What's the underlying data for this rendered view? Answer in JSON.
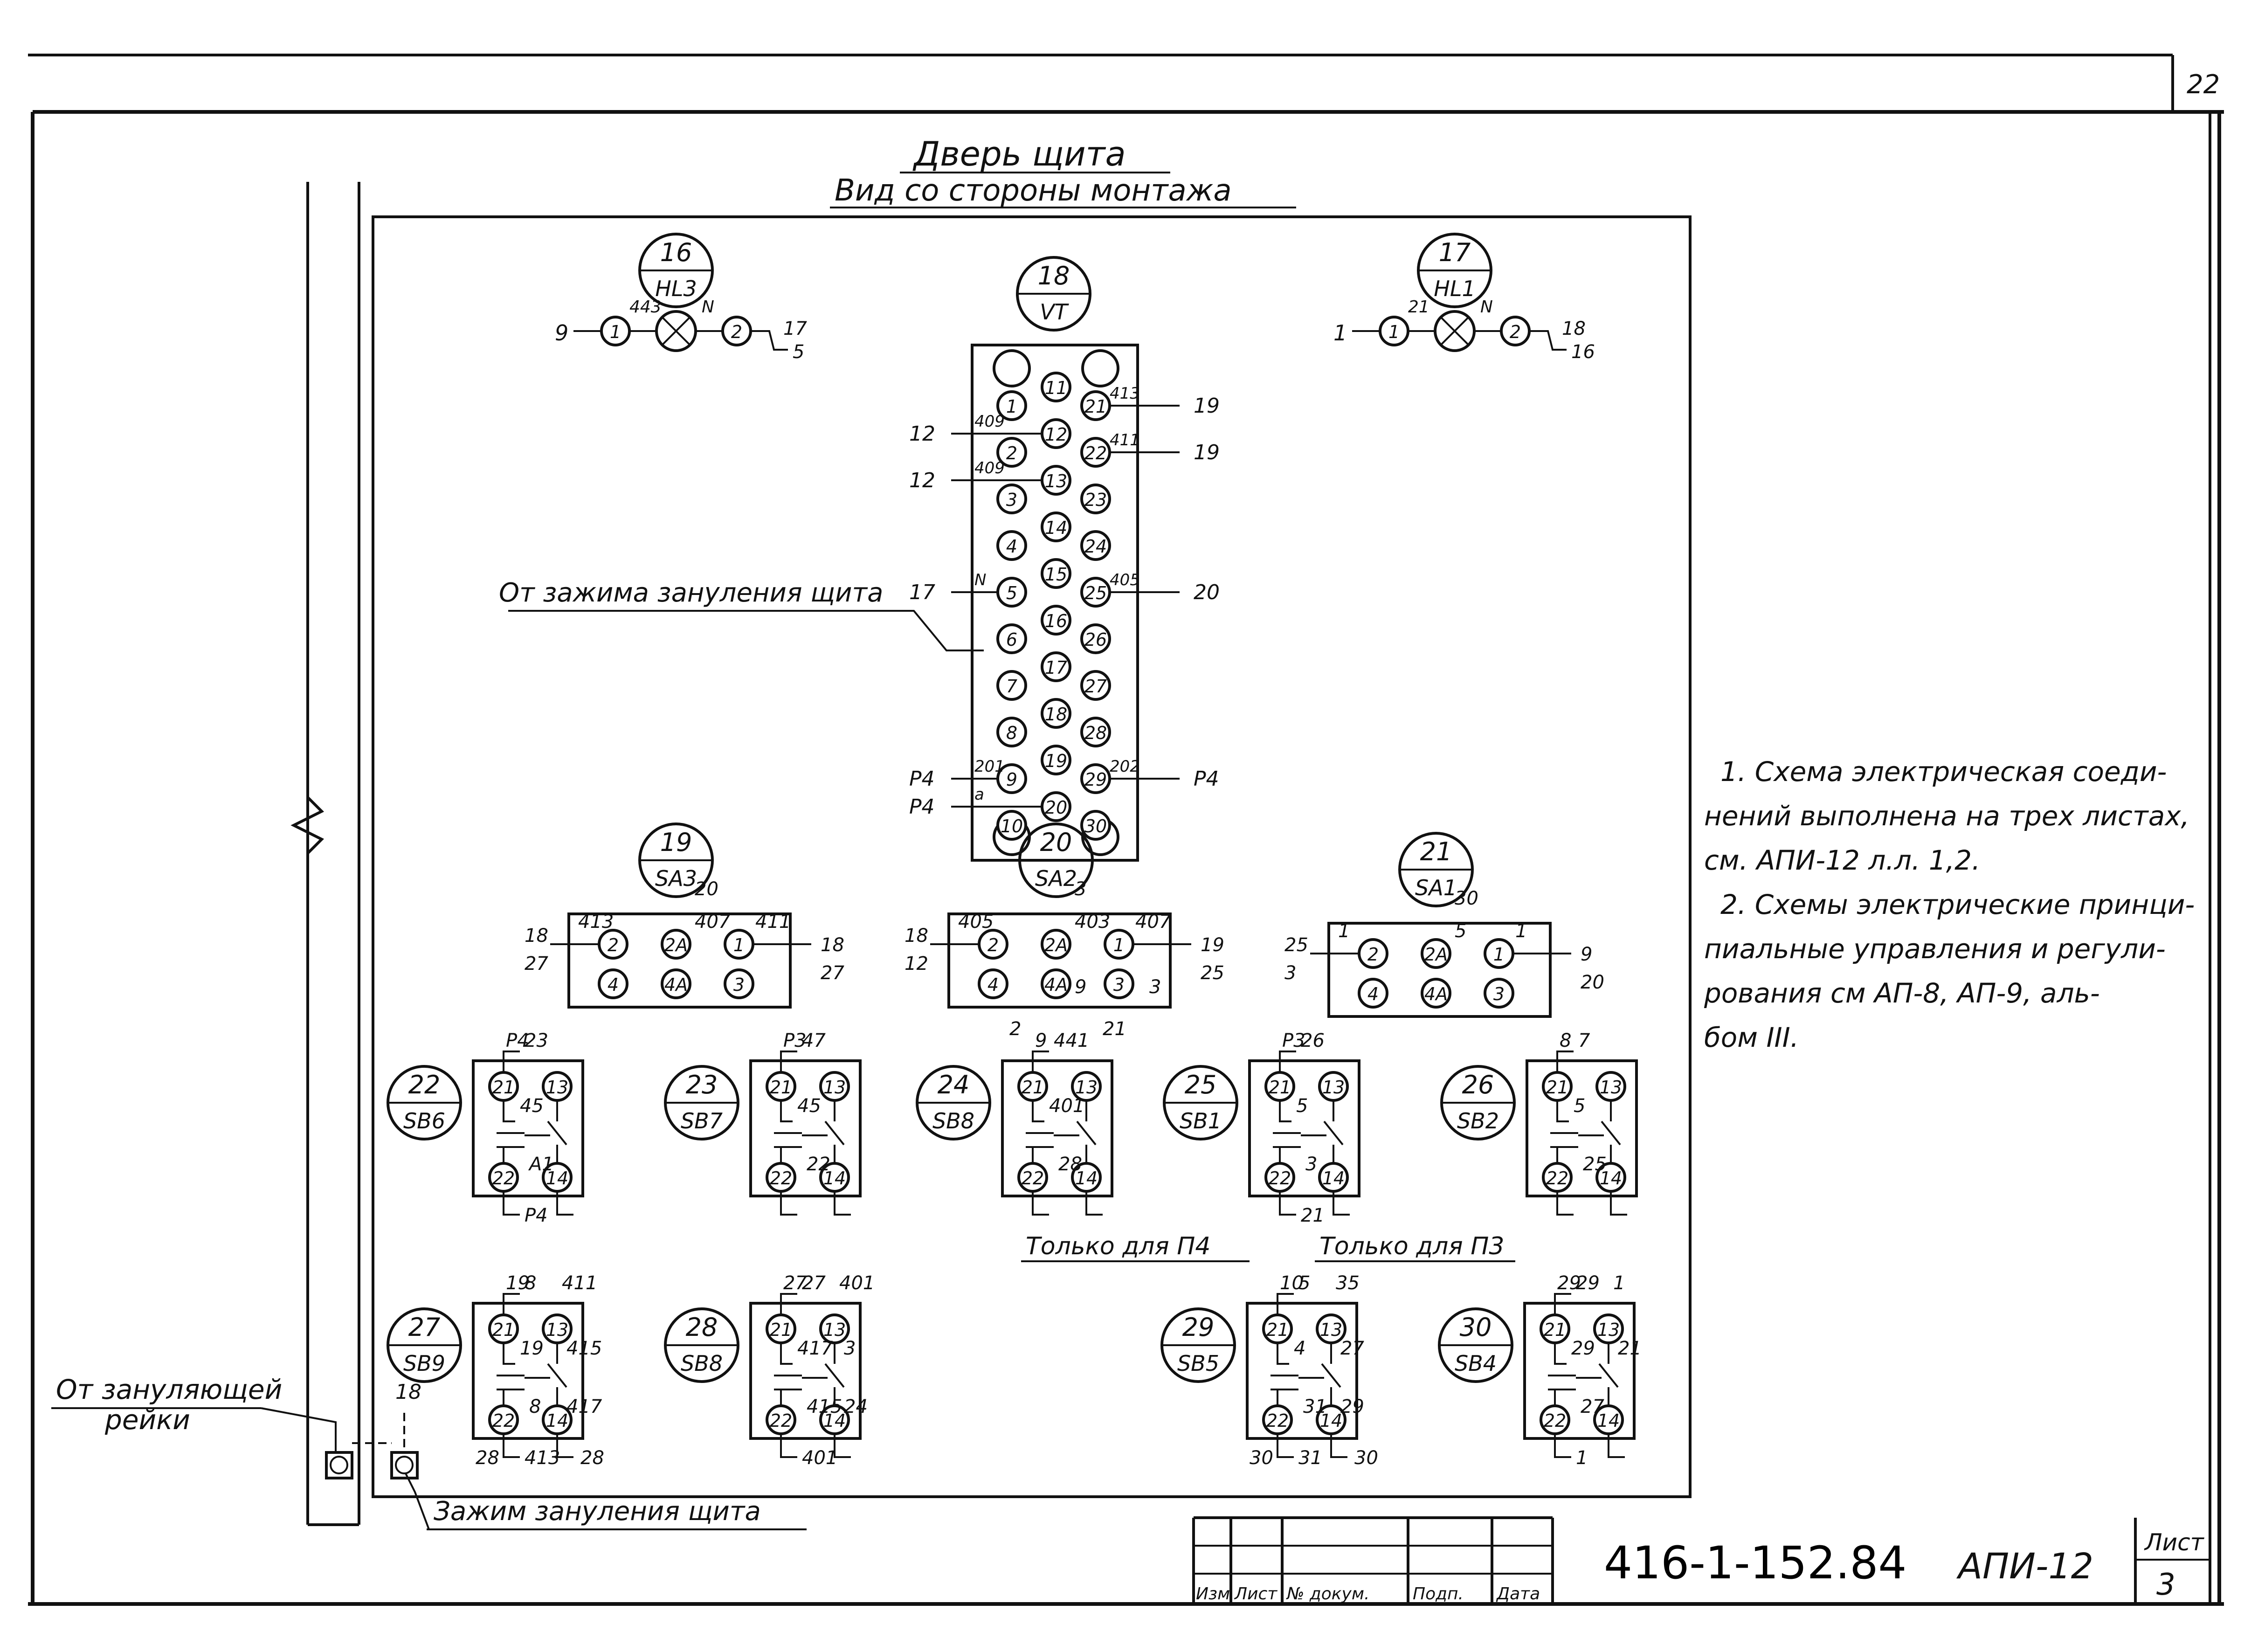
{
  "sheet_corner": "22",
  "title": "Дверь щита",
  "subtitle": "Вид со стороны монтажа",
  "left_labels": {
    "from_rail_1": "От зануляющей",
    "from_rail_2": "рейки",
    "from_clamp": "От зажима зануления щита",
    "clamp": "Зажим зануления щита",
    "wire18": "18"
  },
  "lamps": [
    {
      "num": "16",
      "ref": "HL3",
      "left_wire": "9",
      "left_term": "1",
      "l_mark": "443",
      "n_mark": "N",
      "right_term": "2",
      "right_a": "17",
      "right_b": "5"
    },
    {
      "num": "17",
      "ref": "HL1",
      "left_wire": "1",
      "left_term": "1",
      "l_mark": "21",
      "n_mark": "N",
      "right_term": "2",
      "right_a": "18",
      "right_b": "16"
    }
  ],
  "terminal_block": {
    "num": "18",
    "ref": "VT",
    "col1": [
      "1",
      "2",
      "3",
      "4",
      "5",
      "6",
      "7",
      "8",
      "9",
      "10"
    ],
    "col2": [
      "11",
      "12",
      "13",
      "14",
      "15",
      "16",
      "17",
      "18",
      "19",
      "20"
    ],
    "col3": [
      "21",
      "22",
      "23",
      "24",
      "25",
      "26",
      "27",
      "28",
      "29",
      "30"
    ],
    "wires": [
      {
        "t": "12",
        "w": "12",
        "m": "409"
      },
      {
        "t": "13",
        "w": "12",
        "m": "409"
      },
      {
        "t": "21",
        "w": "19",
        "m": "413"
      },
      {
        "t": "22",
        "w": "19",
        "m": "411"
      },
      {
        "t": "5",
        "w": "17",
        "m": "N"
      },
      {
        "t": "25",
        "w": "20",
        "m": "405"
      },
      {
        "t": "9",
        "w": "Р4",
        "m": "201"
      },
      {
        "t": "20",
        "w": "Р4",
        "m": "а"
      },
      {
        "t": "29",
        "w": "Р4",
        "m": "202"
      }
    ]
  },
  "switches": [
    {
      "num": "19",
      "ref": "SA3",
      "terms": [
        "2",
        "2А",
        "1",
        "4",
        "4А",
        "3"
      ],
      "labels": [
        "18",
        "27",
        "413",
        "20",
        "407",
        "411",
        "18",
        "27"
      ]
    },
    {
      "num": "20",
      "ref": "SA2",
      "terms": [
        "2",
        "2А",
        "1",
        "4",
        "4А",
        "3"
      ],
      "labels": [
        "18",
        "12",
        "405",
        "3",
        "403",
        "407",
        "19",
        "25",
        "3",
        "9",
        "2",
        "21"
      ]
    },
    {
      "num": "21",
      "ref": "SA1",
      "terms": [
        "2",
        "2А",
        "1",
        "4",
        "4А",
        "3"
      ],
      "labels": [
        "25",
        "3",
        "1",
        "30",
        "5",
        "1",
        "9",
        "20"
      ]
    }
  ],
  "buttons": [
    {
      "num": "22",
      "ref": "SB6",
      "t": [
        "21",
        "13",
        "22",
        "14"
      ],
      "labels": [
        "Р4",
        "23",
        "45",
        "А1",
        "Р4"
      ]
    },
    {
      "num": "23",
      "ref": "SB7",
      "t": [
        "21",
        "13",
        "22",
        "14"
      ],
      "labels": [
        "Р3",
        "47",
        "45",
        "22"
      ]
    },
    {
      "num": "24",
      "ref": "SB8",
      "t": [
        "21",
        "13",
        "22",
        "14"
      ],
      "labels": [
        "9",
        "441",
        "401",
        "28"
      ]
    },
    {
      "num": "25",
      "ref": "SB1",
      "t": [
        "21",
        "13",
        "22",
        "14"
      ],
      "labels": [
        "Р3",
        "26",
        "5",
        "3",
        "21"
      ]
    },
    {
      "num": "26",
      "ref": "SB2",
      "t": [
        "21",
        "13",
        "22",
        "14"
      ],
      "labels": [
        "8",
        "7",
        "5",
        "25"
      ]
    },
    {
      "num": "27",
      "ref": "SB9",
      "t": [
        "21",
        "13",
        "22",
        "14"
      ],
      "labels": [
        "19",
        "8",
        "19",
        "8",
        "413",
        "411",
        "415",
        "417",
        "28",
        "28"
      ]
    },
    {
      "num": "28",
      "ref": "SB8",
      "t": [
        "21",
        "13",
        "22",
        "14"
      ],
      "labels": [
        "27",
        "27",
        "417",
        "415",
        "401",
        "401",
        "3",
        "24"
      ]
    },
    {
      "num": "29",
      "ref": "SB5",
      "t": [
        "21",
        "13",
        "22",
        "14"
      ],
      "labels": [
        "10",
        "5",
        "4",
        "31",
        "31",
        "35",
        "27",
        "29",
        "30",
        "30"
      ]
    },
    {
      "num": "30",
      "ref": "SB4",
      "t": [
        "21",
        "13",
        "22",
        "14"
      ],
      "labels": [
        "29",
        "29",
        "29",
        "27",
        "1",
        "1",
        "21"
      ]
    }
  ],
  "only_p4": "Только для П4",
  "only_p3": "Только для П3",
  "notes": [
    "1. Схема электрическая соеди-",
    "нений выполнена на трех листах,",
    "см. АПИ-12 л.л. 1,2.",
    "2. Схемы электрические принци-",
    "пиальные управления и регули-",
    "рования см АП-8, АП-9, аль-",
    "бом III."
  ],
  "stamp": {
    "cols": [
      "Изм",
      "Лист",
      "№ докум.",
      "Подп.",
      "Дата"
    ],
    "code": "416-1-152.84",
    "doc": "АПИ-12",
    "sheet_label": "Лист",
    "sheet_num": "3"
  }
}
